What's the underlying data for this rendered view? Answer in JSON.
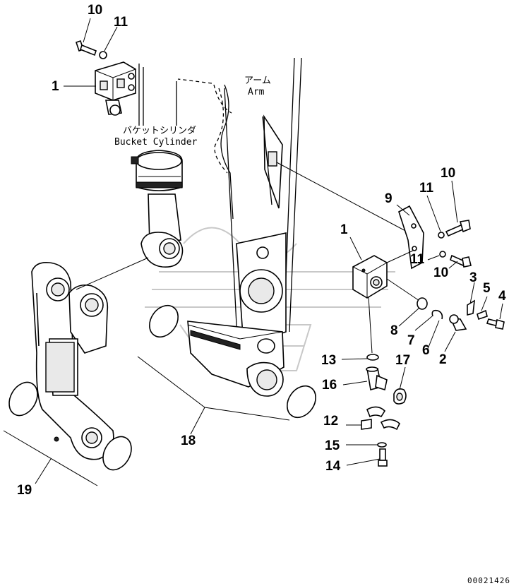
{
  "captions": {
    "arm_jp": "アーム",
    "arm_en": "Arm",
    "bucket_cylinder_jp": "バケットシリンダ",
    "bucket_cylinder_en": "Bucket Cylinder"
  },
  "drawing_code": "00021426",
  "callouts": [
    {
      "id": "c10a",
      "text": "10"
    },
    {
      "id": "c11a",
      "text": "11"
    },
    {
      "id": "c1a",
      "text": "1"
    },
    {
      "id": "c10b",
      "text": "10"
    },
    {
      "id": "c11b",
      "text": "11"
    },
    {
      "id": "c9",
      "text": "9"
    },
    {
      "id": "c1b",
      "text": "1"
    },
    {
      "id": "c11c",
      "text": "11"
    },
    {
      "id": "c10c",
      "text": "10"
    },
    {
      "id": "c3",
      "text": "3"
    },
    {
      "id": "c5",
      "text": "5"
    },
    {
      "id": "c4",
      "text": "4"
    },
    {
      "id": "c8",
      "text": "8"
    },
    {
      "id": "c7",
      "text": "7"
    },
    {
      "id": "c6",
      "text": "6"
    },
    {
      "id": "c2",
      "text": "2"
    },
    {
      "id": "c13",
      "text": "13"
    },
    {
      "id": "c17",
      "text": "17"
    },
    {
      "id": "c16",
      "text": "16"
    },
    {
      "id": "c12",
      "text": "12"
    },
    {
      "id": "c15",
      "text": "15"
    },
    {
      "id": "c14",
      "text": "14"
    },
    {
      "id": "c18",
      "text": "18"
    },
    {
      "id": "c19",
      "text": "19"
    }
  ]
}
